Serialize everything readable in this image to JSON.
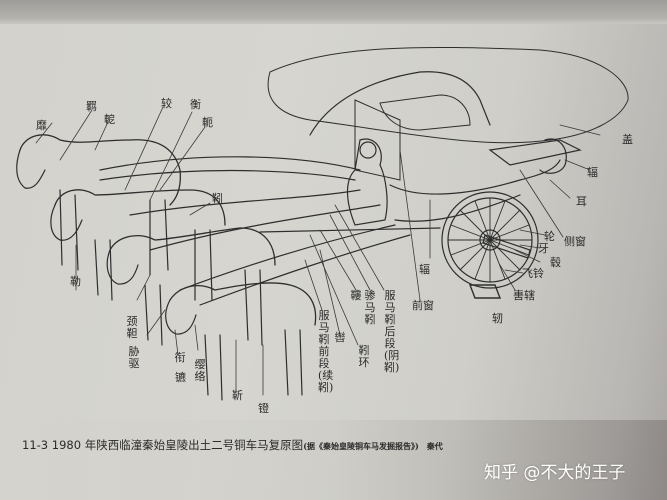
{
  "figure": {
    "number": "11-3",
    "title": "1980 年陕西临潼秦始皇陵出土二号铜车马复原图",
    "source": "(据《秦始皇陵铜车马发掘报告》)",
    "era": "秦代"
  },
  "watermark": "知乎 @不大的王子",
  "labels": {
    "horse": {
      "ma": "靡",
      "ji": "羁",
      "he": "軶",
      "jiao": "较",
      "heng": "衡",
      "e": "軛",
      "yin": "靷",
      "le": "勒",
      "jia": "颈靼",
      "xie": "胁驱",
      "xian": "衔",
      "biao": "镳",
      "ying": "缨络",
      "jin": "靳",
      "zui": "镫"
    },
    "harness": {
      "hui": "鞻",
      "can_yin": "骖马靷",
      "fu_yin_hou": "服马靷后段(阴靷)",
      "yin_huan": "靷环",
      "xie": "辔",
      "fu_yin_qian": "服马靷前段(续靷)"
    },
    "carriage": {
      "gai": "盖",
      "fan": "辐",
      "er": "耳",
      "ce_chuang": "侧窗",
      "lun": "轮",
      "ya": "牙",
      "gu": "毂",
      "fei_ling": "飞铃",
      "wei_xia": "軎辖",
      "ren": "轫",
      "fan_front": "辐",
      "qian_chuang": "前窗"
    }
  },
  "colors": {
    "ink": "#2a2a2a",
    "paper": "#d3d2cc",
    "watermark": "#ffffff"
  }
}
